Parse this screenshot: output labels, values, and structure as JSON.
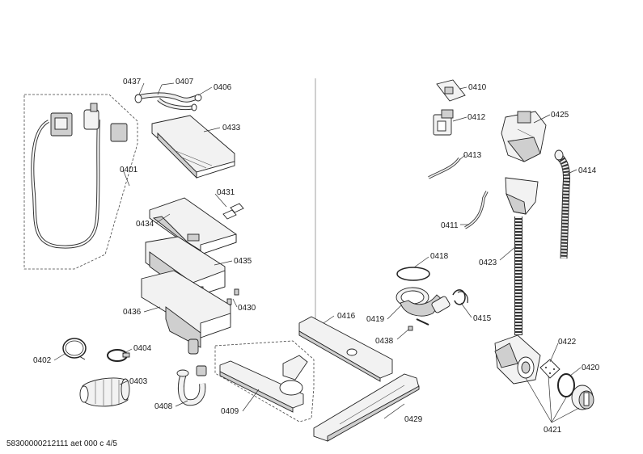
{
  "diagram": {
    "footer_text": "58300000212111 aet 000 c 4/5",
    "part_labels": {
      "p0437": "0437",
      "p0407": "0407",
      "p0406": "0406",
      "p0433": "0433",
      "p0401": "0401",
      "p0431": "0431",
      "p0434": "0434",
      "p0435": "0435",
      "p0430": "0430",
      "p0436": "0436",
      "p0402": "0402",
      "p0404": "0404",
      "p0403": "0403",
      "p0408": "0408",
      "p0409": "0409",
      "p0416": "0416",
      "p0419": "0419",
      "p0418": "0418",
      "p0438": "0438",
      "p0415": "0415",
      "p0429": "0429",
      "p0410": "0410",
      "p0412": "0412",
      "p0413": "0413",
      "p0411": "0411",
      "p0425": "0425",
      "p0414": "0414",
      "p0423": "0423",
      "p0422": "0422",
      "p0420": "0420",
      "p0421": "0421"
    }
  }
}
